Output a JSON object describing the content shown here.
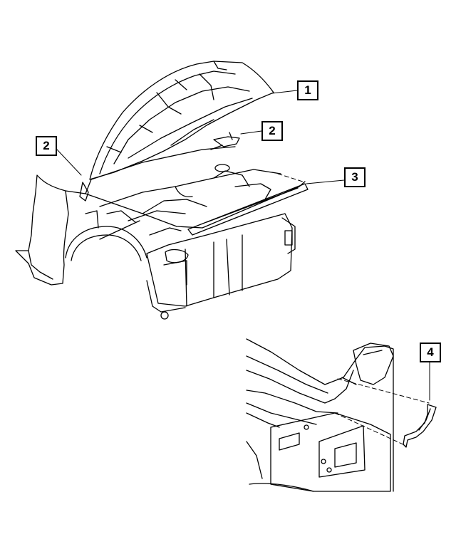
{
  "diagram": {
    "callouts": [
      {
        "id": "c1",
        "label": "1"
      },
      {
        "id": "c2a",
        "label": "2"
      },
      {
        "id": "c2b",
        "label": "2"
      },
      {
        "id": "c3",
        "label": "3"
      },
      {
        "id": "c4",
        "label": "4"
      }
    ]
  }
}
